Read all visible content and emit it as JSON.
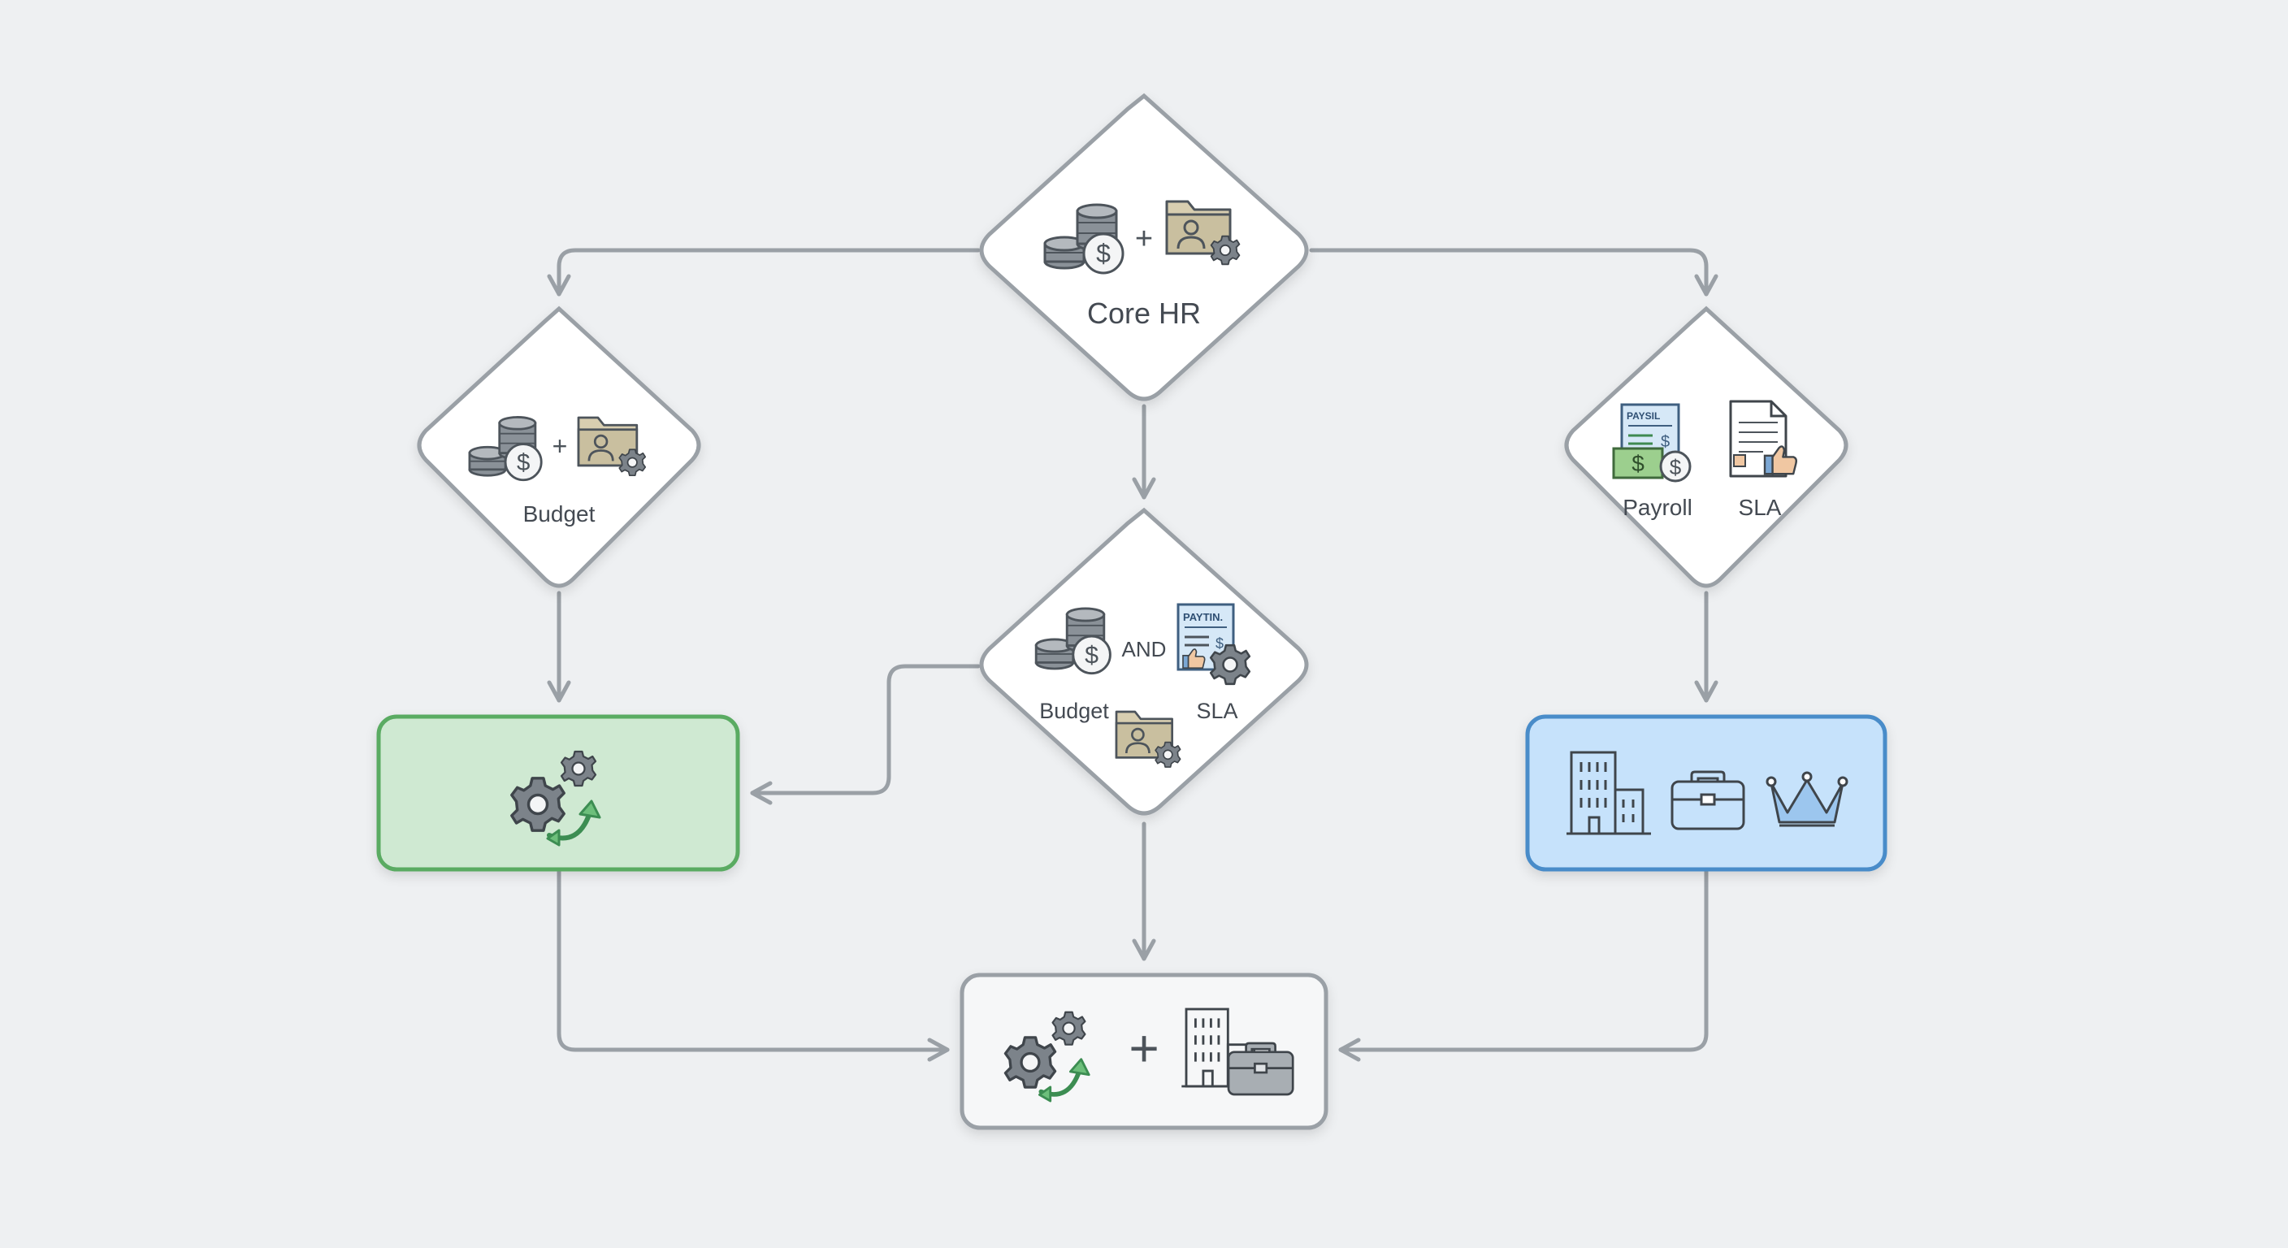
{
  "nodes": {
    "top": {
      "label": "Core HR",
      "plus": "+"
    },
    "left": {
      "label": "Budget",
      "plus": "+"
    },
    "right": {
      "label_a": "Payroll",
      "label_b": "SLA",
      "doc_title": "PAYSIL"
    },
    "center": {
      "label_a": "Budget",
      "label_b": "SLA",
      "connector": "AND",
      "doc_title": "PAYTIN."
    },
    "bottom": {
      "plus": "+"
    }
  },
  "colors": {
    "background": "#eef0f2",
    "line": "#9aa0a6",
    "green_fill": "#cfe9d2",
    "green_border": "#5aab62",
    "blue_fill": "#c6e2fb",
    "blue_border": "#4a8cc9"
  }
}
